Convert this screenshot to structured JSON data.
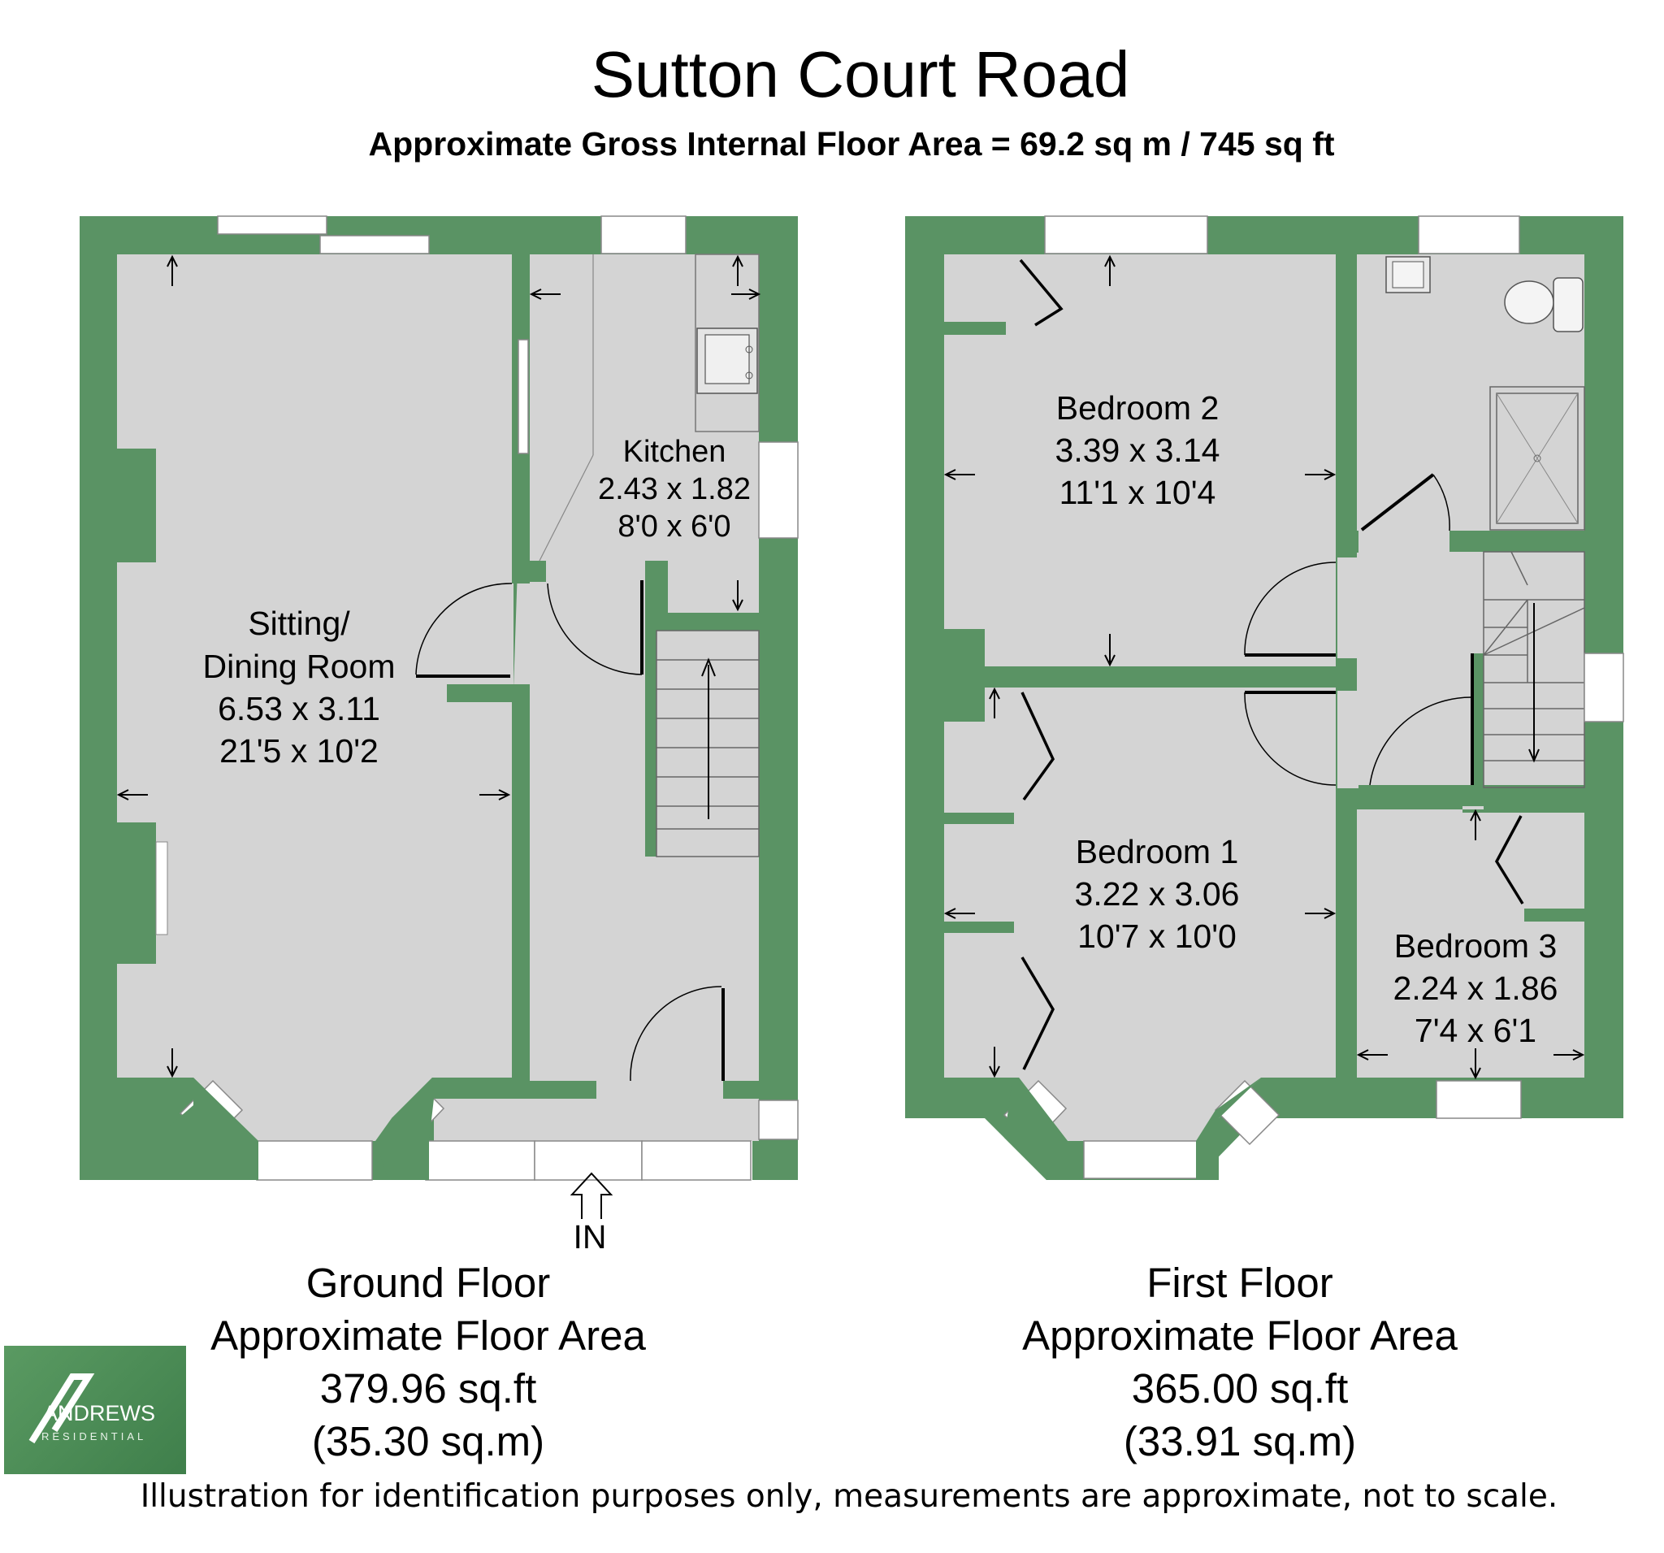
{
  "header": {
    "title": "Sutton Court Road",
    "subtitle": "Approximate Gross Internal Floor Area = 69.2 sq m / 745 sq ft"
  },
  "colors": {
    "wall": "#5a9364",
    "floor": "#d4d4d4",
    "window": "#ffffff",
    "logo_bg": "#4f8f5a"
  },
  "rooms": {
    "sitting": {
      "line1": "Sitting/",
      "line2": "Dining Room",
      "metric": "6.53 x 3.11",
      "imperial": "21'5 x 10'2"
    },
    "kitchen": {
      "name": "Kitchen",
      "metric": "2.43 x 1.82",
      "imperial": "8'0 x 6'0"
    },
    "bedroom2": {
      "name": "Bedroom 2",
      "metric": "3.39 x 3.14",
      "imperial": "11'1 x 10'4"
    },
    "bedroom1": {
      "name": "Bedroom 1",
      "metric": "3.22 x 3.06",
      "imperial": "10'7 x 10'0"
    },
    "bedroom3": {
      "name": "Bedroom 3",
      "metric": "2.24 x 1.86",
      "imperial": "7'4 x 6'1"
    }
  },
  "entrance": {
    "label": "IN"
  },
  "ground_floor": {
    "name": "Ground Floor",
    "area_label": "Approximate Floor Area",
    "area_sqft": "379.96 sq.ft",
    "area_sqm": "(35.30 sq.m)"
  },
  "first_floor": {
    "name": "First Floor",
    "area_label": "Approximate Floor Area",
    "area_sqft": "365.00 sq.ft",
    "area_sqm": "(33.91 sq.m)"
  },
  "logo": {
    "name": "ANDREWS",
    "tagline": "RESIDENTIAL"
  },
  "footer": {
    "disclaimer": "Illustration for identification purposes only, measurements are approximate, not to scale."
  }
}
